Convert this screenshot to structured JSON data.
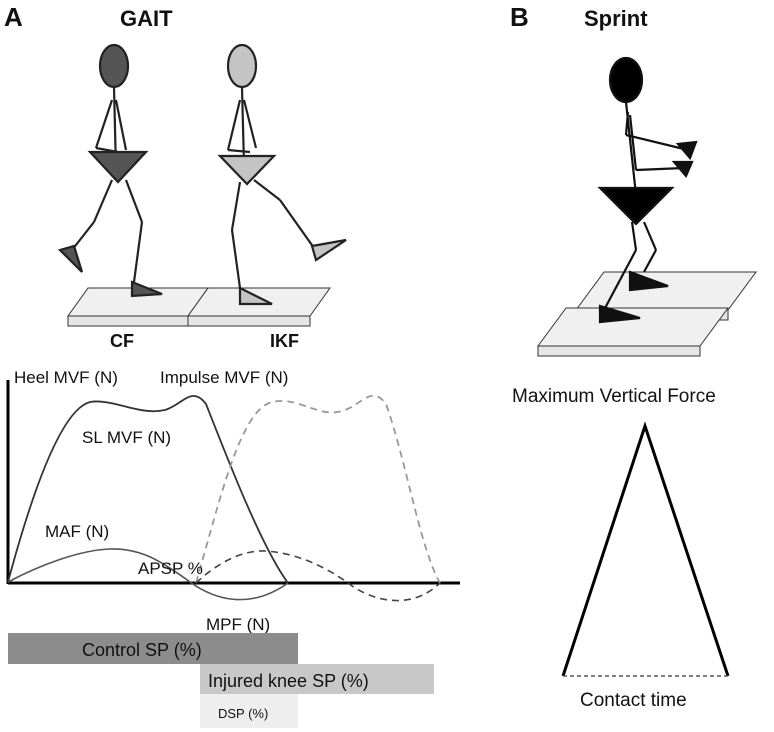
{
  "panel_a": {
    "letter": "A",
    "title": "GAIT",
    "plate_labels": {
      "left": "CF",
      "right": "IKF"
    },
    "curve_labels": {
      "heel_mvf": "Heel MVF (N)",
      "impulse_mvf": "Impulse MVF (N)",
      "sl_mvf": "SL MVF (N)",
      "maf": "MAF (N)",
      "apsp": "APSP %",
      "mpf": "MPF (N)"
    },
    "bars": {
      "control_sp": "Control SP (%)",
      "injured_knee_sp": "Injured knee SP (%)",
      "dsp": "DSP (%)"
    },
    "colors": {
      "control_bar": "#8c8c8c",
      "injured_bar": "#c8c8c8",
      "dsp_bar": "#eeeeee",
      "cf_figure": "#555555",
      "ikf_figure": "#c4c4c4"
    }
  },
  "panel_b": {
    "letter": "B",
    "title": "Sprint",
    "force_label": "Maximum Vertical Force",
    "time_label": "Contact time"
  }
}
